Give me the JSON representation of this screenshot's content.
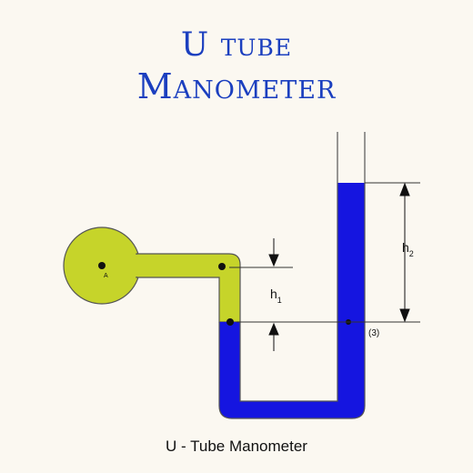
{
  "title": {
    "line1": "U tube",
    "line2": "Manometer"
  },
  "labels": {
    "point_a": "A",
    "h1_main": "h",
    "h1_sub": "1",
    "h2_main": "h",
    "h2_sub": "2",
    "point_3": "(3)"
  },
  "caption": "U - Tube Manometer",
  "colors": {
    "pipe_fluid": "#c6d42a",
    "manometer_liquid": "#1515e0",
    "title": "#1b3fbf",
    "outline": "#555555"
  }
}
